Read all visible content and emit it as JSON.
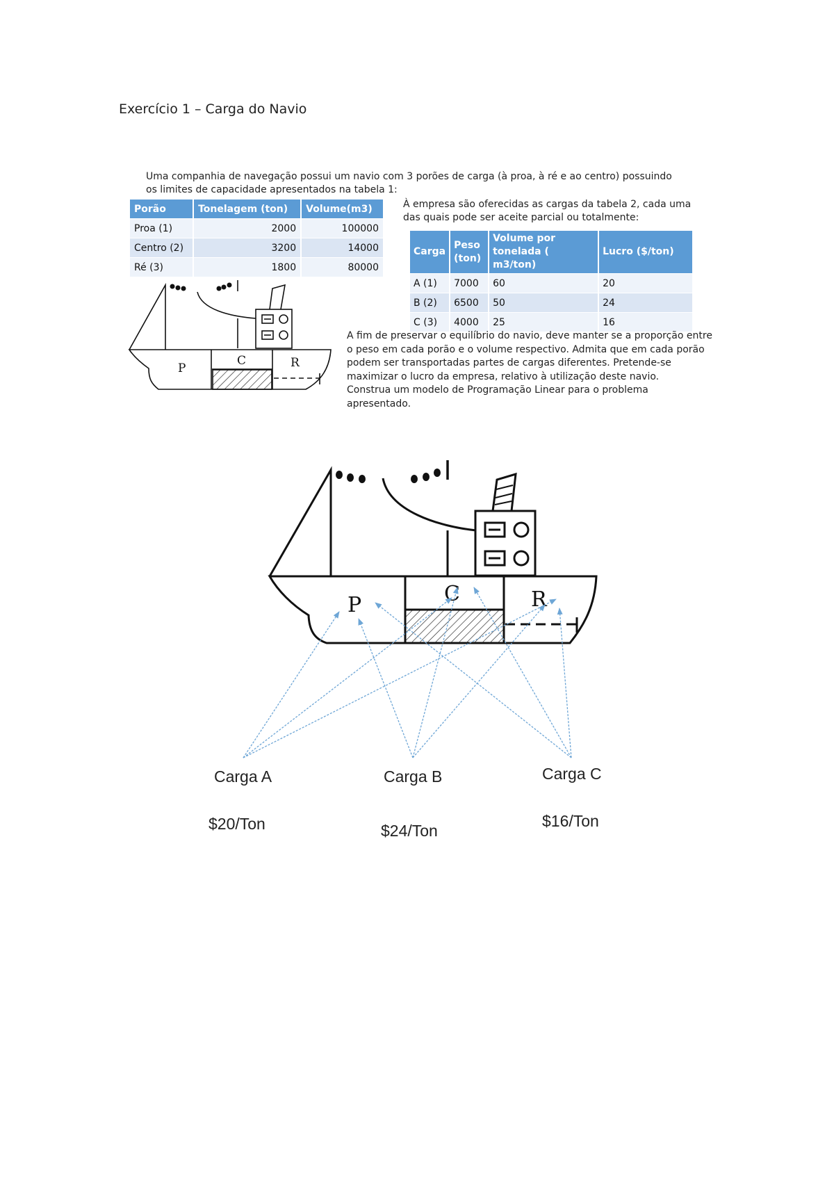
{
  "title": "Exercício 1 – Carga do Navio",
  "intro": "Uma companhia de navegação possui um navio com 3 porões de carga (à proa, à ré e ao centro) possuindo os limites de capacidade apresentados na tabela 1:",
  "offer_text": "À empresa são oferecidas as cargas da tabela 2, cada uma das quais pode ser aceite parcial ou totalmente:",
  "paragraph": "A fim de preservar o equilíbrio do navio, deve manter se a proporção entre o peso em cada porão e o volume respectivo. Admita que em cada porão podem ser transportadas partes de cargas diferentes. Pretende-se maximizar o lucro da empresa, relativo  à utilização deste navio.",
  "instruction": "Construa um modelo de Programação Linear para o problema apresentado.",
  "table1": {
    "headers": [
      "Porão",
      "Tonelagem (ton)",
      "Volume(m3)"
    ],
    "rows": [
      [
        "Proa (1)",
        "2000",
        "100000"
      ],
      [
        "Centro (2)",
        "3200",
        "14000"
      ],
      [
        "Ré (3)",
        "1800",
        "80000"
      ]
    ]
  },
  "table2": {
    "headers": [
      "Carga",
      "Peso (ton)",
      "Volume por tonelada ( m3/ton)",
      "Lucro ($/ton)"
    ],
    "rows": [
      [
        "A (1)",
        "7000",
        "60",
        "20"
      ],
      [
        "B (2)",
        "6500",
        "50",
        "24"
      ],
      [
        "C (3)",
        "4000",
        "25",
        "16"
      ]
    ]
  },
  "holds": {
    "p": "P",
    "c": "C",
    "r": "R"
  },
  "cargos": [
    {
      "name": "Carga A",
      "price": "$20/Ton"
    },
    {
      "name": "Carga B",
      "price": "$24/Ton"
    },
    {
      "name": "Carga C",
      "price": "$16/Ton"
    }
  ],
  "colors": {
    "table_header": "#5b9bd5",
    "row_light": "#eef3fa",
    "row_dark": "#dbe5f3",
    "arrow": "#6ea6d6"
  }
}
